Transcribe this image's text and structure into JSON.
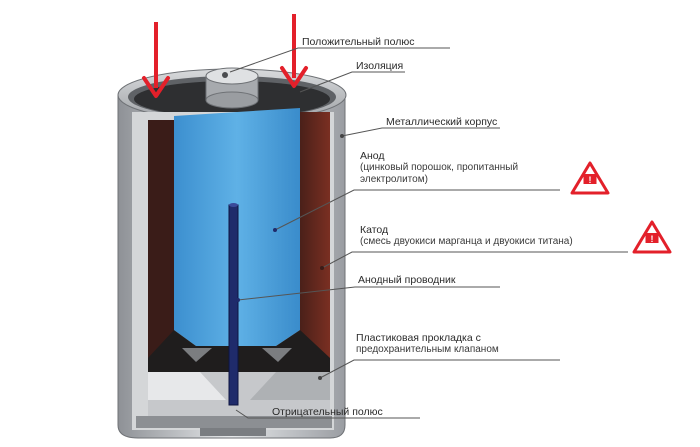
{
  "labels": {
    "positive_pole": "Положительный полюс",
    "insulation": "Изоляция",
    "metal_case": "Металлический корпус",
    "anode_title": "Анод",
    "anode_desc_1": "(цинковый порошок, пропитанный",
    "anode_desc_2": "электролитом)",
    "cathode_title": "Катод",
    "cathode_desc": "(смесь двуокиси марганца и двуокиси титана)",
    "anode_conductor": "Анодный проводник",
    "gasket_1": "Пластиковая прокладка с",
    "gasket_2": "предохранительным клапаном",
    "negative_pole": "Отрицательный полюс"
  },
  "warning_icons": [
    "warning-triangle-icon",
    "warning-triangle-icon"
  ],
  "colors": {
    "arrow": "#e3202a",
    "warning": "#e3202a",
    "anode": "#4a9fd8",
    "cathode": "#3a1c18",
    "case": "#b9bcc0"
  }
}
